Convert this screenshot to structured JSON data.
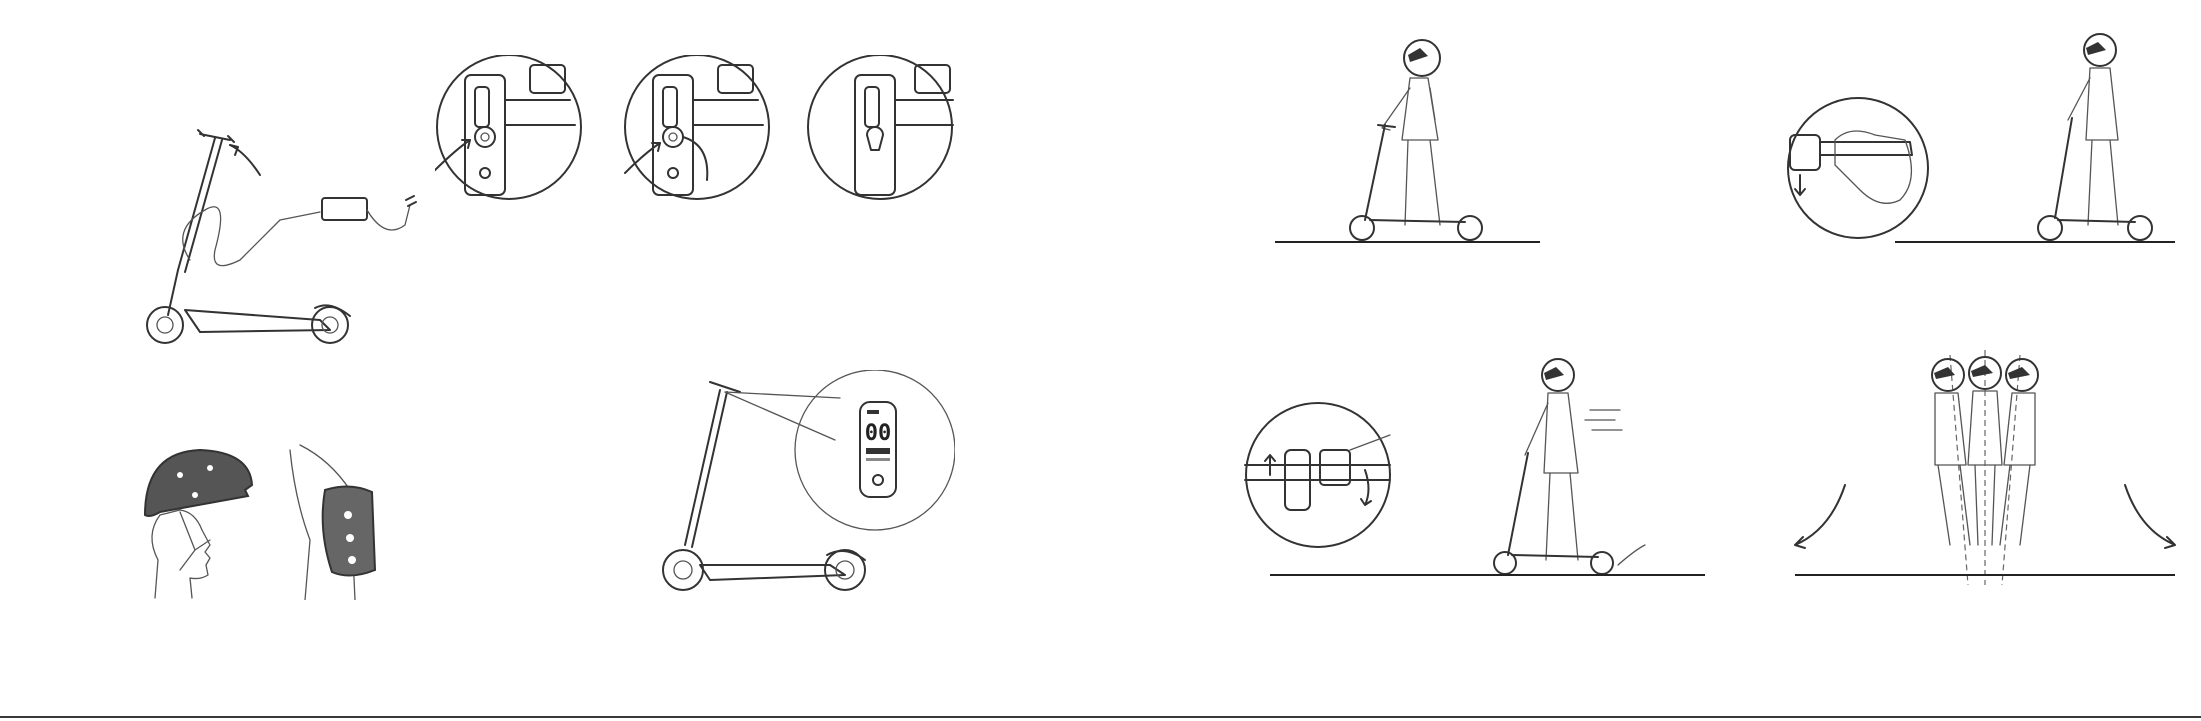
{
  "display": {
    "speed_readout": "00"
  },
  "illustrations": [
    {
      "name": "charging",
      "icon": "scooter-charger-icon"
    },
    {
      "name": "charge-port-closeups",
      "icon": "charge-port-icon"
    },
    {
      "name": "helmet-kneepad",
      "icon": "protective-gear-icon"
    },
    {
      "name": "dashboard-closeup",
      "icon": "dashboard-icon"
    },
    {
      "name": "standing-rider",
      "icon": "rider-icon"
    },
    {
      "name": "throttle-closeup-rider",
      "icon": "throttle-icon"
    },
    {
      "name": "braking-rider",
      "icon": "brake-icon"
    },
    {
      "name": "leaning-turn-riders",
      "icon": "turning-icon"
    }
  ],
  "colors": {
    "ink": "#333333",
    "pad_fill": "#666666",
    "helmet_fill": "#555555",
    "background": "#ffffff"
  }
}
